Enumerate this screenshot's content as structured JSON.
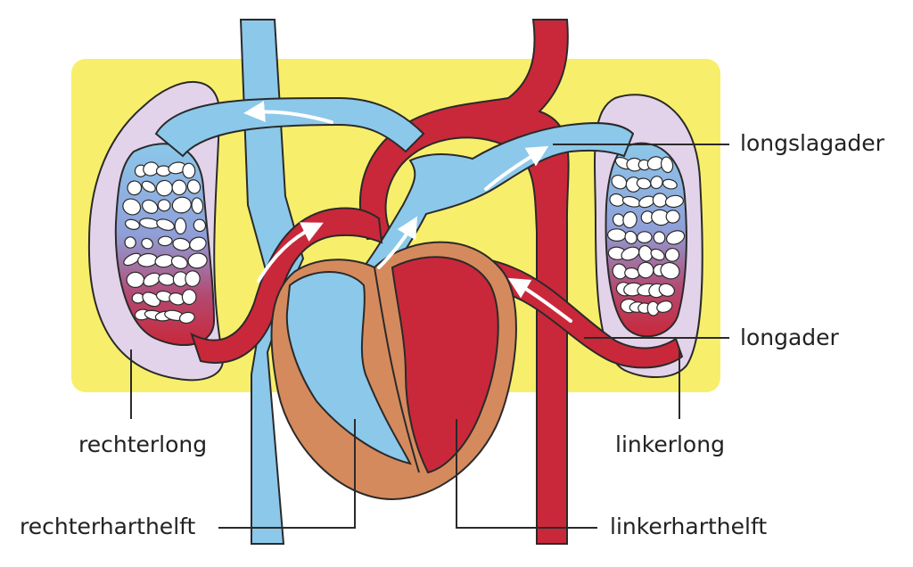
{
  "labels": {
    "pulmonary_artery": "longslagader",
    "pulmonary_vein": "longader",
    "right_lung": "rechterlong",
    "left_lung": "linkerlong",
    "right_heart": "rechterharthelft",
    "left_heart": "linkerharthelft"
  },
  "colors": {
    "background_panel": "#f7ef6b",
    "lung": "#e3d3ea",
    "oxygen_poor_blood": "#8cc8ea",
    "oxygen_rich_blood": "#c9283a",
    "heart_muscle": "#d58a5d",
    "outline": "#2a2a2a",
    "arrow": "#ffffff"
  }
}
